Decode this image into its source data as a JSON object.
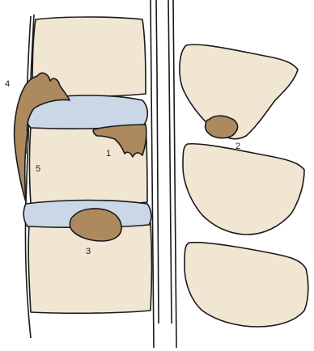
{
  "colors": {
    "background": "#ffffff",
    "outline": "#1a1a1a",
    "bone": "#f1e6d2",
    "disc": "#c9d7e6",
    "lesion": "#ad8a5e"
  },
  "labels": {
    "l1": "1",
    "l2": "2",
    "l3": "3",
    "l4": "4",
    "l5": "5"
  }
}
